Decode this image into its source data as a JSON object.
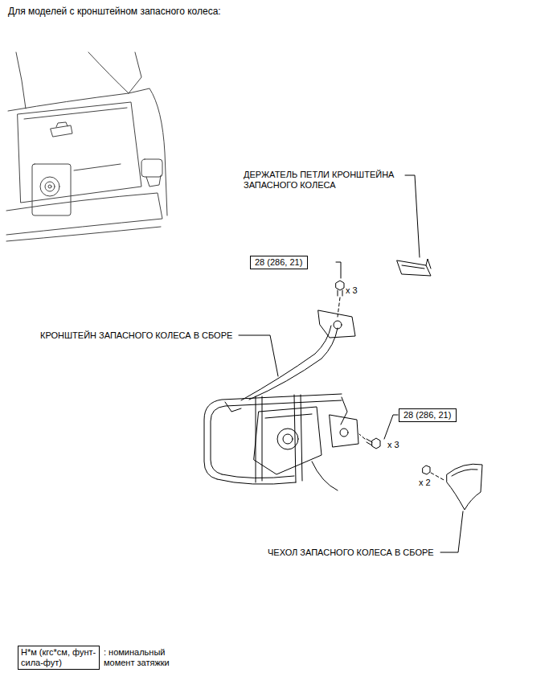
{
  "diagram": {
    "title": "Для моделей с кронштейном запасного колеса:",
    "nodes": [
      {
        "text": [
          "28 (286, 21)"
        ]
      },
      {
        "text": [
          "28 (286, 21)"
        ]
      },
      {
        "text": [
          "Н*м (кгс*см, фунт-сила-фут)",
          ": номинальный момент затяжки"
        ]
      }
    ],
    "labels": [
      "ДЕРЖАТЕЛЬ ПЕТЛИ КРОНШТЕЙНА ЗАПАСНОГО КОЛЕСА",
      "КРОНШТЕЙН ЗАПАСНОГО КОЛЕСА В СБОРЕ",
      "ЧЕХОЛ ЗАПАСНОГО КОЛЕСА В СБОРЕ",
      "x 3",
      "x 3",
      "x 2"
    ]
  }
}
